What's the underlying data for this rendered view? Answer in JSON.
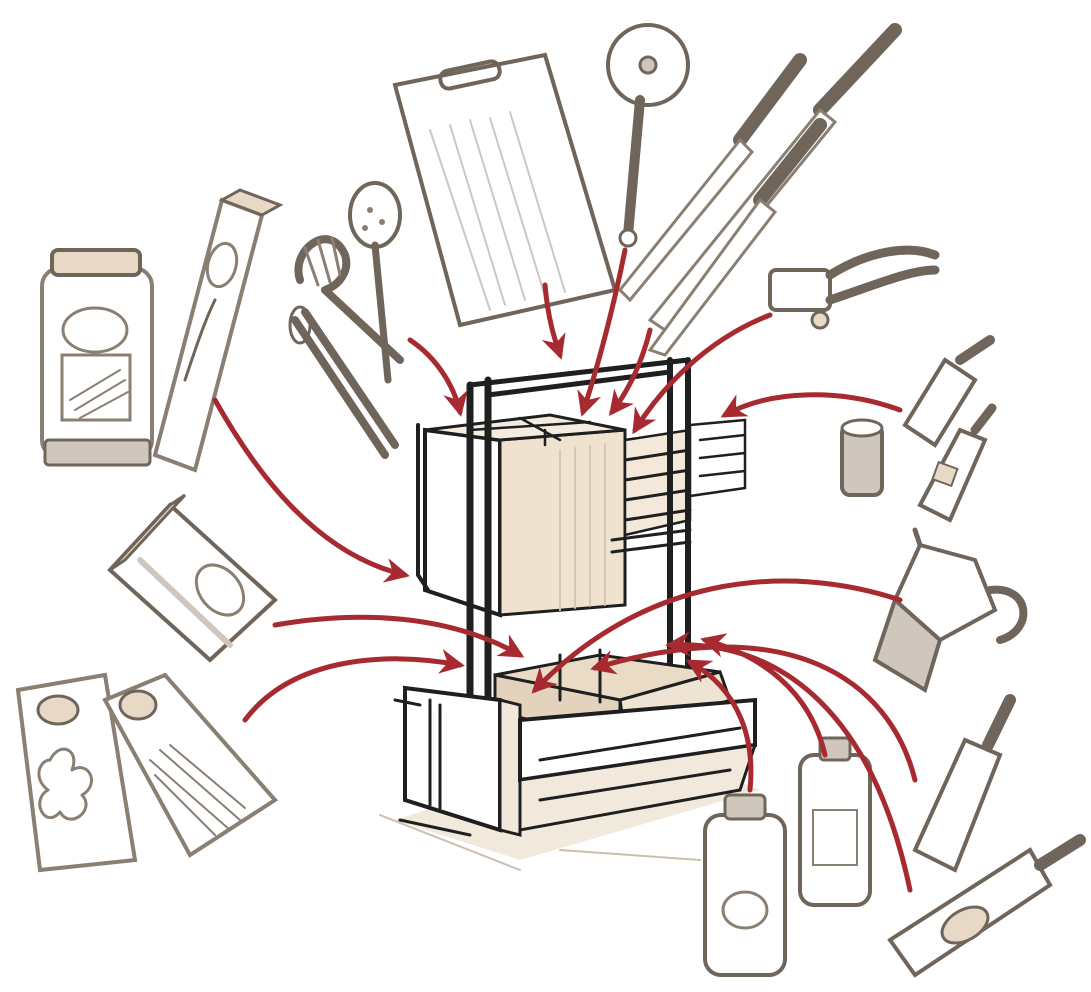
{
  "palette": {
    "sketch": "#8a7f73",
    "sketch_dark": "#6f655b",
    "fill_tan": "#e8d9c6",
    "fill_grey": "#cfc7bd",
    "arrow": "#a62a2f",
    "organizer": "#1f1f1f"
  },
  "items": [
    {
      "name": "storage-jar",
      "icon": "jar-icon"
    },
    {
      "name": "spaghetti-box",
      "icon": "pasta-box-icon"
    },
    {
      "name": "cereal-carton",
      "icon": "carton-icon"
    },
    {
      "name": "food-pouches",
      "icon": "pouch-icon"
    },
    {
      "name": "salad-servers",
      "icon": "fork-spoon-icon"
    },
    {
      "name": "kitchen-tongs",
      "icon": "tongs-icon"
    },
    {
      "name": "cutting-board",
      "icon": "board-icon"
    },
    {
      "name": "pizza-cutter",
      "icon": "pizza-cutter-icon"
    },
    {
      "name": "knife-set",
      "icon": "knife-icon"
    },
    {
      "name": "garlic-press",
      "icon": "garlic-press-icon"
    },
    {
      "name": "spice-shaker",
      "icon": "shaker-icon"
    },
    {
      "name": "oil-bottles",
      "icon": "bottle-icon"
    },
    {
      "name": "moka-pot",
      "icon": "moka-pot-icon"
    },
    {
      "name": "wine-bottles",
      "icon": "wine-bottle-icon"
    },
    {
      "name": "sauce-bottles",
      "icon": "sauce-bottle-icon"
    }
  ],
  "target": {
    "name": "pull-out-organizer",
    "icon": "cabinet-organizer-icon"
  }
}
